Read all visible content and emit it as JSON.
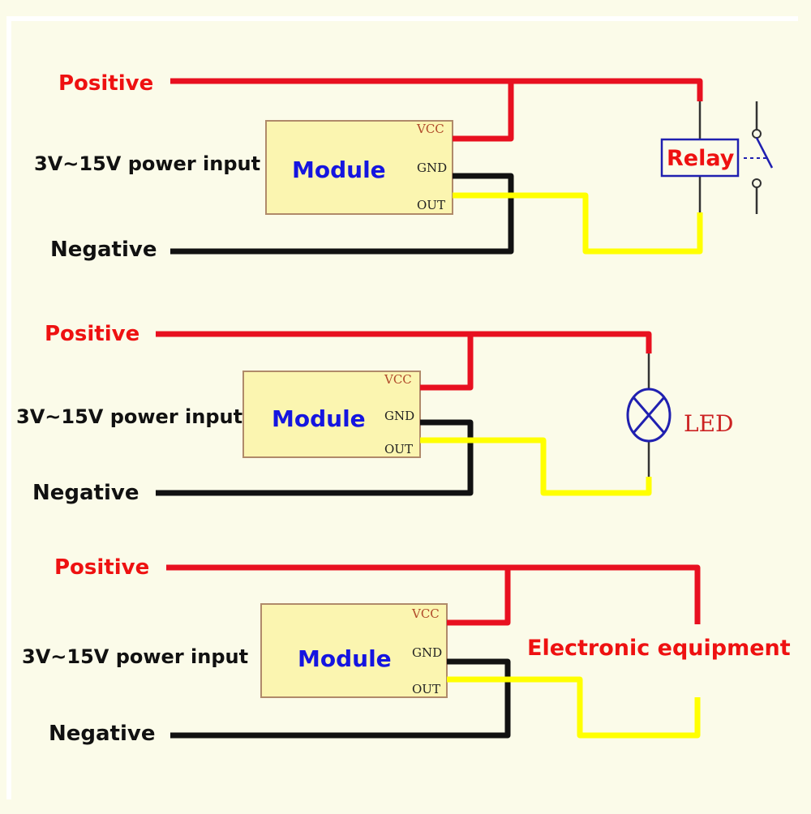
{
  "colors": {
    "positive_wire": "#e81020",
    "negative_wire": "#111111",
    "signal_wire": "#ffff00",
    "module_fill": "#fbf5b0",
    "module_border": "#b08a6a",
    "symbol_blue": "#2020b0",
    "background": "#fbfbe9"
  },
  "circuits": [
    {
      "id": "relay",
      "positive_label": "Positive",
      "negative_label": "Negative",
      "input_label": "3V~15V power input",
      "module_label": "Module",
      "pins": {
        "vcc": "VCC",
        "gnd": "GND",
        "out": "OUT"
      },
      "load_type": "relay",
      "load_label": "Relay"
    },
    {
      "id": "led",
      "positive_label": "Positive",
      "negative_label": "Negative",
      "input_label": "3V~15V power input",
      "module_label": "Module",
      "pins": {
        "vcc": "VCC",
        "gnd": "GND",
        "out": "OUT"
      },
      "load_type": "lamp",
      "load_label": "LED"
    },
    {
      "id": "equipment",
      "positive_label": "Positive",
      "negative_label": "Negative",
      "input_label": "3V~15V power input",
      "module_label": "Module",
      "pins": {
        "vcc": "VCC",
        "gnd": "GND",
        "out": "OUT"
      },
      "load_type": "generic",
      "load_label": "Electronic equipment"
    }
  ]
}
